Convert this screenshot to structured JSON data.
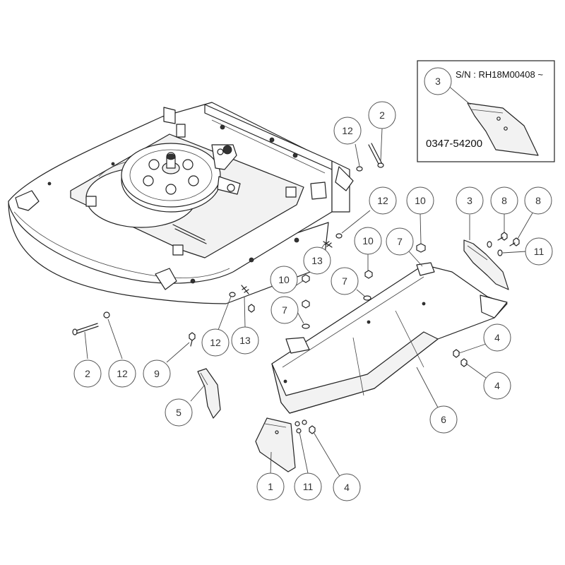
{
  "inset": {
    "serial": "S/N : RH18M00408 ~",
    "part_number": "0347-54200",
    "callout": "3"
  },
  "callouts": [
    {
      "id": "c-2-top",
      "label": "2"
    },
    {
      "id": "c-12-top",
      "label": "12"
    },
    {
      "id": "c-12-mid",
      "label": "12"
    },
    {
      "id": "c-10-right",
      "label": "10"
    },
    {
      "id": "c-3-right",
      "label": "3"
    },
    {
      "id": "c-8-a",
      "label": "8"
    },
    {
      "id": "c-8-b",
      "label": "8"
    },
    {
      "id": "c-11-right",
      "label": "11"
    },
    {
      "id": "c-10-mid",
      "label": "10"
    },
    {
      "id": "c-7-right",
      "label": "7"
    },
    {
      "id": "c-13-mid",
      "label": "13"
    },
    {
      "id": "c-10-left",
      "label": "10"
    },
    {
      "id": "c-7-mid",
      "label": "7"
    },
    {
      "id": "c-7-left",
      "label": "7"
    },
    {
      "id": "c-12-low",
      "label": "12"
    },
    {
      "id": "c-13-low",
      "label": "13"
    },
    {
      "id": "c-2-low",
      "label": "2"
    },
    {
      "id": "c-12-left",
      "label": "12"
    },
    {
      "id": "c-9",
      "label": "9"
    },
    {
      "id": "c-5",
      "label": "5"
    },
    {
      "id": "c-4-a",
      "label": "4"
    },
    {
      "id": "c-4-b",
      "label": "4"
    },
    {
      "id": "c-6",
      "label": "6"
    },
    {
      "id": "c-1",
      "label": "1"
    },
    {
      "id": "c-11-low",
      "label": "11"
    },
    {
      "id": "c-4-low",
      "label": "4"
    }
  ]
}
